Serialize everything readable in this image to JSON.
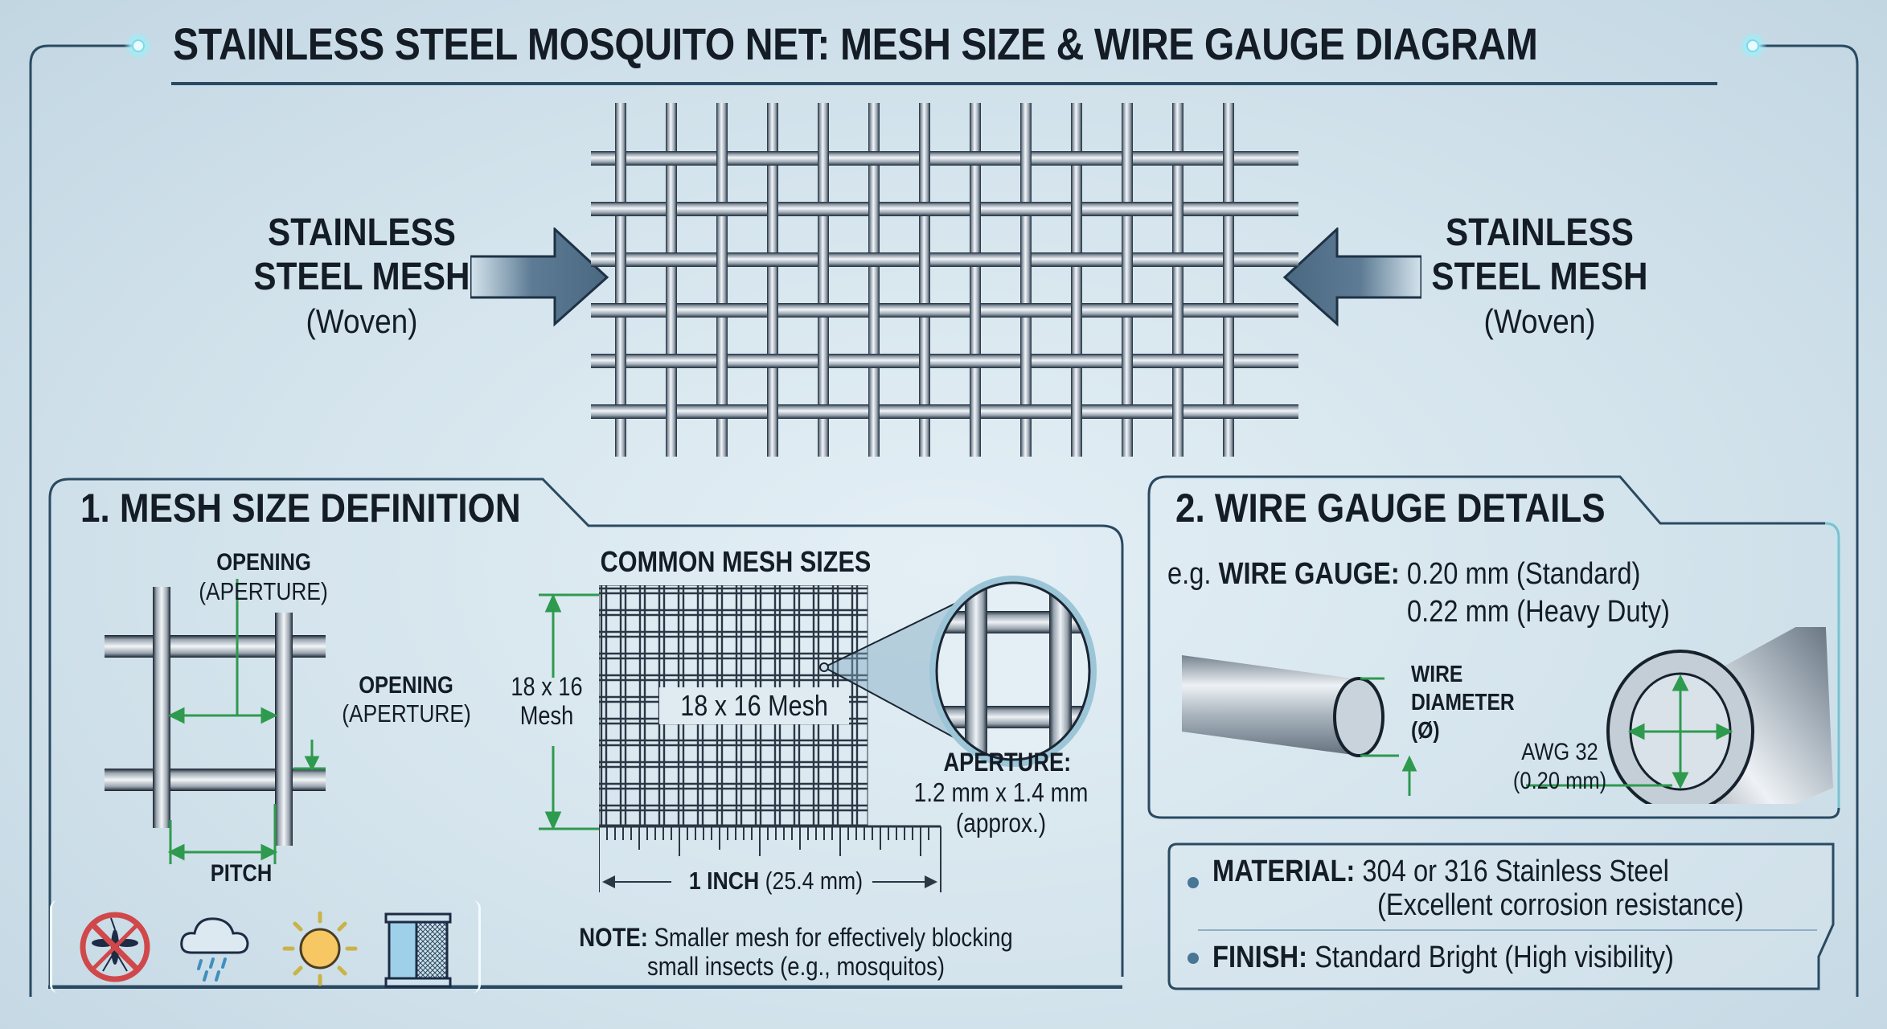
{
  "header": {
    "title": "STAINLESS STEEL MOSQUITO NET: MESH SIZE & WIRE GAUGE DIAGRAM"
  },
  "hero": {
    "left_label": {
      "line1": "STAINLESS",
      "line2": "STEEL MESH",
      "sub": "(Woven)"
    },
    "right_label": {
      "line1": "STAINLESS",
      "line2": "STEEL MESH",
      "sub": "(Woven)"
    },
    "mesh": {
      "vertical_wires": 13,
      "horizontal_wires": 6
    }
  },
  "section_mesh": {
    "title": "1. MESH SIZE DEFINITION",
    "opening_top": {
      "bold": "OPENING",
      "sub": "(APERTURE)"
    },
    "opening_right": {
      "bold": "OPENING",
      "sub": "(APERTURE)"
    },
    "pitch_label": "PITCH",
    "common_title": "COMMON MESH SIZES",
    "side_dim": {
      "line1": "18 x 16",
      "line2": "Mesh"
    },
    "center_label": "18 x 16 Mesh",
    "aperture": {
      "title": "APERTURE:",
      "value": "1.2 mm x 1.4 mm",
      "note": "(approx.)"
    },
    "ruler": {
      "bold": "1 INCH",
      "rest": "(25.4 mm)"
    },
    "note": {
      "bold": "NOTE:",
      "line1": "Smaller mesh for effectively blocking",
      "line2": "small insects (e.g., mosquitos)"
    },
    "icons": [
      "no-mosquito-icon",
      "rain-cloud-icon",
      "sun-icon",
      "window-screen-icon"
    ]
  },
  "section_wire": {
    "title": "2. WIRE GAUGE DETAILS",
    "gauge_prefix": "e.g.",
    "gauge_label": "WIRE GAUGE:",
    "gauge_standard": "0.20 mm (Standard)",
    "gauge_heavy": "0.22 mm (Heavy Duty)",
    "diameter": {
      "line1": "WIRE",
      "line2": "DIAMETER",
      "line3": "(Ø)"
    },
    "awg": {
      "line1": "AWG 32",
      "line2": "(0.20 mm)"
    }
  },
  "specs": {
    "material_label": "MATERIAL:",
    "material_value": "304 or 316 Stainless Steel",
    "material_note": "(Excellent corrosion resistance)",
    "finish_label": "FINISH:",
    "finish_value": "Standard Bright (High visibility)"
  },
  "colors": {
    "dimension_green": "#2e9a4e",
    "frame_navy": "#2a4a62",
    "text_dark": "#141c26",
    "glow_cyan": "#8fe6f2",
    "steel": "#b9c3cc"
  }
}
